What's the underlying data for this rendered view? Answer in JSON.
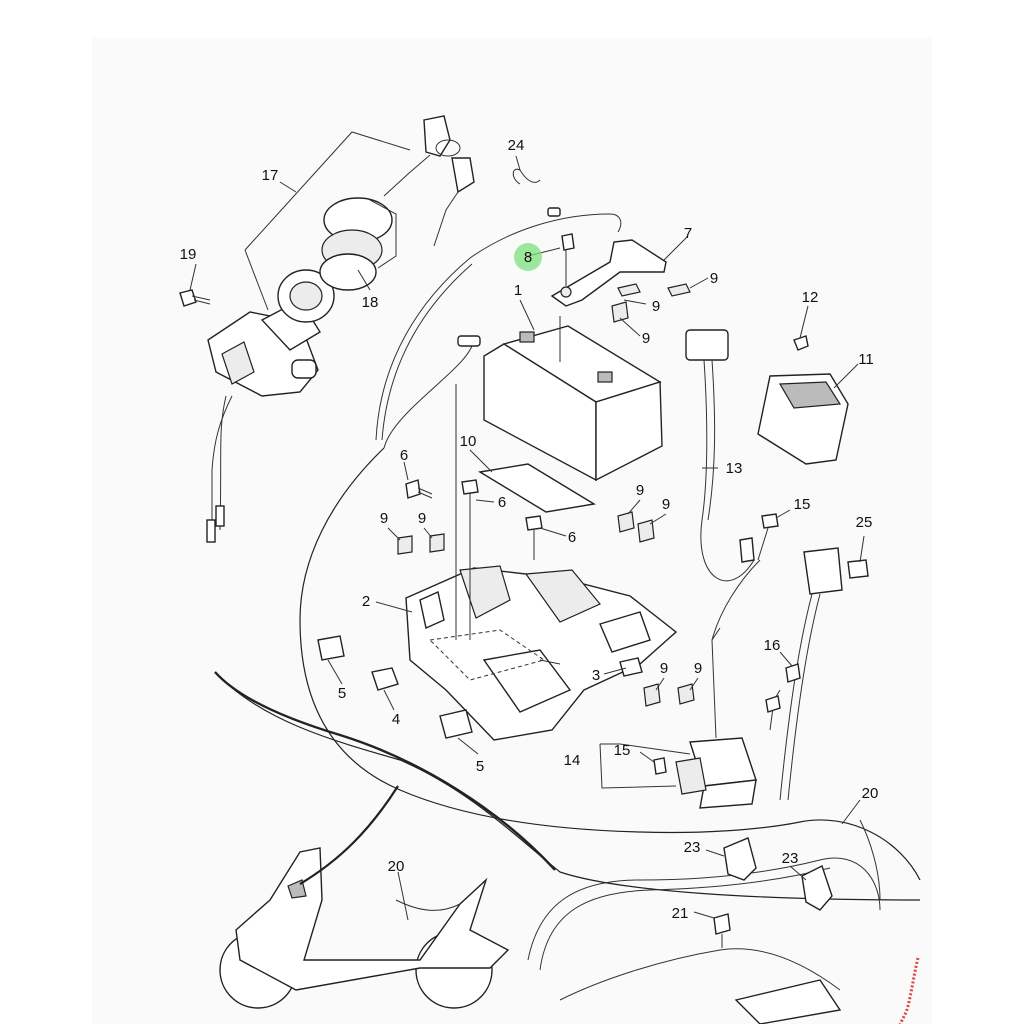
{
  "highlight_color": "#7ee07e",
  "callouts": [
    {
      "id": "24",
      "label": "24"
    },
    {
      "id": "17",
      "label": "17"
    },
    {
      "id": "19",
      "label": "19"
    },
    {
      "id": "18",
      "label": "18"
    },
    {
      "id": "8",
      "label": "8",
      "highlighted": true
    },
    {
      "id": "7",
      "label": "7"
    },
    {
      "id": "9a",
      "label": "9"
    },
    {
      "id": "9b",
      "label": "9"
    },
    {
      "id": "9c",
      "label": "9"
    },
    {
      "id": "1",
      "label": "1"
    },
    {
      "id": "12",
      "label": "12"
    },
    {
      "id": "11",
      "label": "11"
    },
    {
      "id": "10",
      "label": "10"
    },
    {
      "id": "13",
      "label": "13"
    },
    {
      "id": "6a",
      "label": "6"
    },
    {
      "id": "6b",
      "label": "6"
    },
    {
      "id": "6c",
      "label": "6"
    },
    {
      "id": "9d",
      "label": "9"
    },
    {
      "id": "9e",
      "label": "9"
    },
    {
      "id": "9f",
      "label": "9"
    },
    {
      "id": "9g",
      "label": "9"
    },
    {
      "id": "15a",
      "label": "15"
    },
    {
      "id": "25",
      "label": "25"
    },
    {
      "id": "2",
      "label": "2"
    },
    {
      "id": "16",
      "label": "16"
    },
    {
      "id": "9h",
      "label": "9"
    },
    {
      "id": "9i",
      "label": "9"
    },
    {
      "id": "3",
      "label": "3"
    },
    {
      "id": "5a",
      "label": "5"
    },
    {
      "id": "4",
      "label": "4"
    },
    {
      "id": "5b",
      "label": "5"
    },
    {
      "id": "14",
      "label": "14"
    },
    {
      "id": "15b",
      "label": "15"
    },
    {
      "id": "20a",
      "label": "20"
    },
    {
      "id": "23a",
      "label": "23"
    },
    {
      "id": "23b",
      "label": "23"
    },
    {
      "id": "20b",
      "label": "20"
    },
    {
      "id": "21",
      "label": "21"
    }
  ]
}
